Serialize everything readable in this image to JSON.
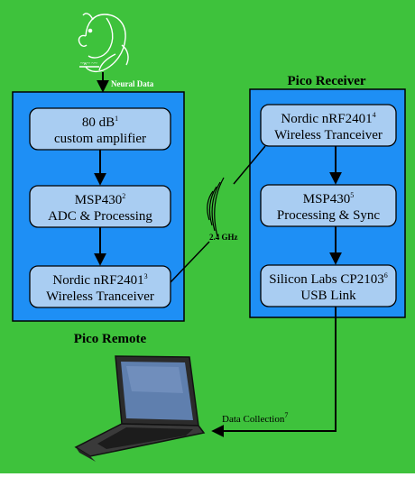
{
  "colors": {
    "background": "#3ec23c",
    "panel": "#1e8ff5",
    "block": "#a9cdf2",
    "line": "#000000"
  },
  "input_label": "Neural Data",
  "remote": {
    "title": "Pico Remote",
    "blocks": [
      {
        "line1": "80 dB",
        "sup1": "1",
        "line2": "custom amplifier"
      },
      {
        "line1": "MSP430",
        "sup1": "2",
        "line2": "ADC & Processing"
      },
      {
        "line1": "Nordic nRF2401",
        "sup1": "3",
        "line2": "Wireless Tranceiver"
      }
    ]
  },
  "receiver": {
    "title": "Pico Receiver",
    "blocks": [
      {
        "line1": "Nordic nRF2401",
        "sup1": "4",
        "line2": "Wireless Tranceiver"
      },
      {
        "line1": "MSP430",
        "sup1": "5",
        "line2": "Processing & Sync"
      },
      {
        "line1": "Silicon Labs CP2103",
        "sup1": "6",
        "line2": "USB Link"
      }
    ]
  },
  "wireless_label": "2.4 GHz",
  "output_label": "Data Collection",
  "output_sup": "7",
  "icons": [
    "rat-sketch-icon",
    "wireless-waves-icon",
    "laptop-icon"
  ]
}
